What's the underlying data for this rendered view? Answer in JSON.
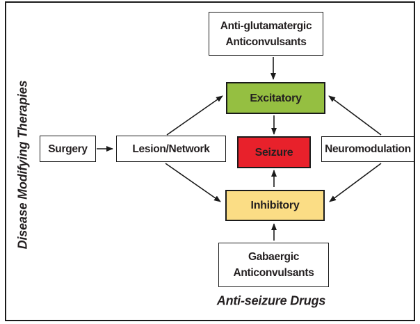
{
  "figure": {
    "side_label": "Disease Modifying Therapies",
    "bottom_label": "Anti-seizure Drugs",
    "nodes": {
      "anti_glutamatergic": {
        "line1": "Anti-glutamatergic",
        "line2": "Anticonvulsants",
        "fill": "#FFFFFF"
      },
      "excitatory": {
        "label": "Excitatory",
        "fill": "#95BF41"
      },
      "seizure": {
        "label": "Seizure",
        "fill": "#E8212B"
      },
      "inhibitory": {
        "label": "Inhibitory",
        "fill": "#FBDD85"
      },
      "gabaergic": {
        "line1": "Gabaergic",
        "line2": "Anticonvulsants",
        "fill": "#FFFFFF"
      },
      "surgery": {
        "label": "Surgery",
        "fill": "#FFFFFF"
      },
      "lesion_network": {
        "label": "Lesion/Network",
        "fill": "#FFFFFF"
      },
      "neuromodulation": {
        "label": "Neuromodulation",
        "fill": "#FFFFFF"
      }
    },
    "colors": {
      "frame_border": "#1A1A1A",
      "box_border": "#1A1A1A",
      "arrow": "#1A1A1A",
      "text": "#231F20",
      "background": "#FFFFFF"
    }
  }
}
